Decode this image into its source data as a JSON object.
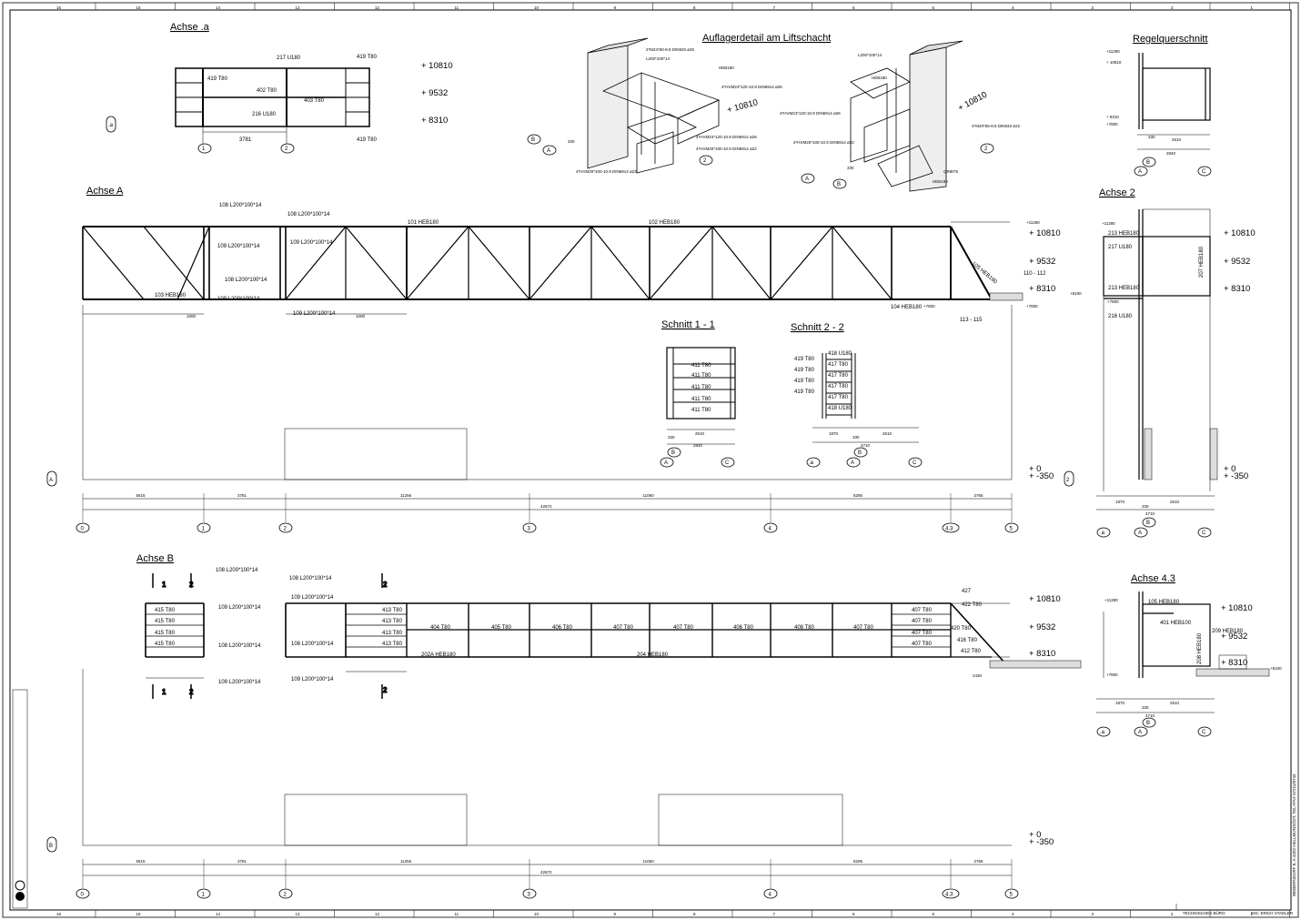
{
  "titles": {
    "achse_a_small": "Achse .a",
    "auflager": "Auflagerdetail am Liftschacht",
    "regelquerschnitt": "Regelquerschnitt",
    "achse_A": "Achse A",
    "achse_2": "Achse 2",
    "schnitt_11": "Schnitt 1 - 1",
    "schnitt_22": "Schnitt 2 - 2",
    "achse_B": "Achse B",
    "achse_43": "Achse 4.3"
  },
  "levels": {
    "l10810": "+ 10810",
    "l9532": "+ 9532",
    "l8310": "+ 8310",
    "l0": "+ 0",
    "lm350": "+ -350",
    "l11280": "+11280",
    "l7800": "+7800",
    "l8100": "+8100"
  },
  "axes_main": [
    "0",
    "1",
    "2",
    "3",
    "4",
    "4.3",
    "5"
  ],
  "dims_main": {
    "d1": "5515",
    "d2": "3781",
    "d3": "11256",
    "d4": "11060",
    "d5": "8295",
    "d6": "2765",
    "total": "42672"
  },
  "achse_A": {
    "top_chord_1": "101 HEB180",
    "top_chord_2": "102 HEB180",
    "m108a": "108 L200*100*14",
    "m108b": "108 L200*100*14",
    "m108c": "108 L200*100*14",
    "m109a": "109 L200*100*14",
    "m109b": "109 L200*100*14",
    "m109c": "109 L200*100*14",
    "m109d": "109 L200*100*14",
    "m103": "103 HEB180",
    "m104": "104 HEB180",
    "m105": "105 HEB180",
    "m110": "110 - 112",
    "m113": "113 - 115",
    "dim1000a": "1000",
    "dim1000b": "1000"
  },
  "achse_B": {
    "m108a": "108 L200*100*14",
    "m108b": "108 L200*100*14",
    "m108c": "108 L200*100*14",
    "m109a": "109 L200*100*14",
    "m109b": "109 L200*100*14",
    "m109c": "109 L200*100*14",
    "m109d": "109 L200*100*14",
    "m415": "415 T80",
    "m413": "413 T80",
    "m404": "404 T80",
    "m405": "405 T80",
    "m406": "406 T80",
    "m407": "407 T80",
    "m408": "408 T80",
    "m202A": "202A HEB180",
    "m204": "204 HEB180",
    "m427": "427",
    "m422": "422 T80",
    "m420": "420 T80",
    "m416": "416 T80",
    "m412": "412 T80",
    "dim2430": "2430"
  },
  "achse_a_small": {
    "m217": "217 U180",
    "m402": "402 T80",
    "m403": "403 T80",
    "m216": "216 U180",
    "m419": "419 T80",
    "dim": "3781"
  },
  "auflager": {
    "n1": "2*M24*60-8.8 DIN933 ø26",
    "n2": "L200*100*14",
    "n3": "4*HVM24*120-10.9 DIN6914 ø26",
    "n4": "4*HVM20*100-10.9 DIN6914 ø22",
    "n5": "4*M20*55-8.8 DIN933 ø22",
    "n6": "QR80*5",
    "heb": "HEB180"
  },
  "sections": {
    "m411": "411 T80",
    "m417": "417 T80",
    "m418": "418 U180",
    "m419": "419 T80",
    "d330": "330",
    "d2510": "2510",
    "d2840": "2840",
    "d1870": "1870",
    "d4710": "4710",
    "ax_A": "A",
    "ax_B": "B",
    "ax_C": "C",
    "ax_a": ".a",
    "ax_2": "2"
  },
  "achse_2": {
    "m213": "213 HEB180",
    "m217": "217 U180",
    "m207": "207 HEB180",
    "m216": "216 U180"
  },
  "achse_43": {
    "m105": "105 HEB180",
    "m401": "401 HEB100",
    "m209": "209 HEB180",
    "m208": "208 HEB180"
  },
  "title_block": {
    "office": "TECHNISCHES BÜRO",
    "engineer": "ING. ERICH STADLER",
    "address": "WEBERNDORF 8, A-4202 HELLMONSÖDT, TEL+FAX 07211/8743"
  },
  "frame_numbers": [
    "16",
    "15",
    "14",
    "13",
    "12",
    "11",
    "10",
    "9",
    "8",
    "7",
    "6",
    "5",
    "4",
    "3",
    "2",
    "1"
  ]
}
